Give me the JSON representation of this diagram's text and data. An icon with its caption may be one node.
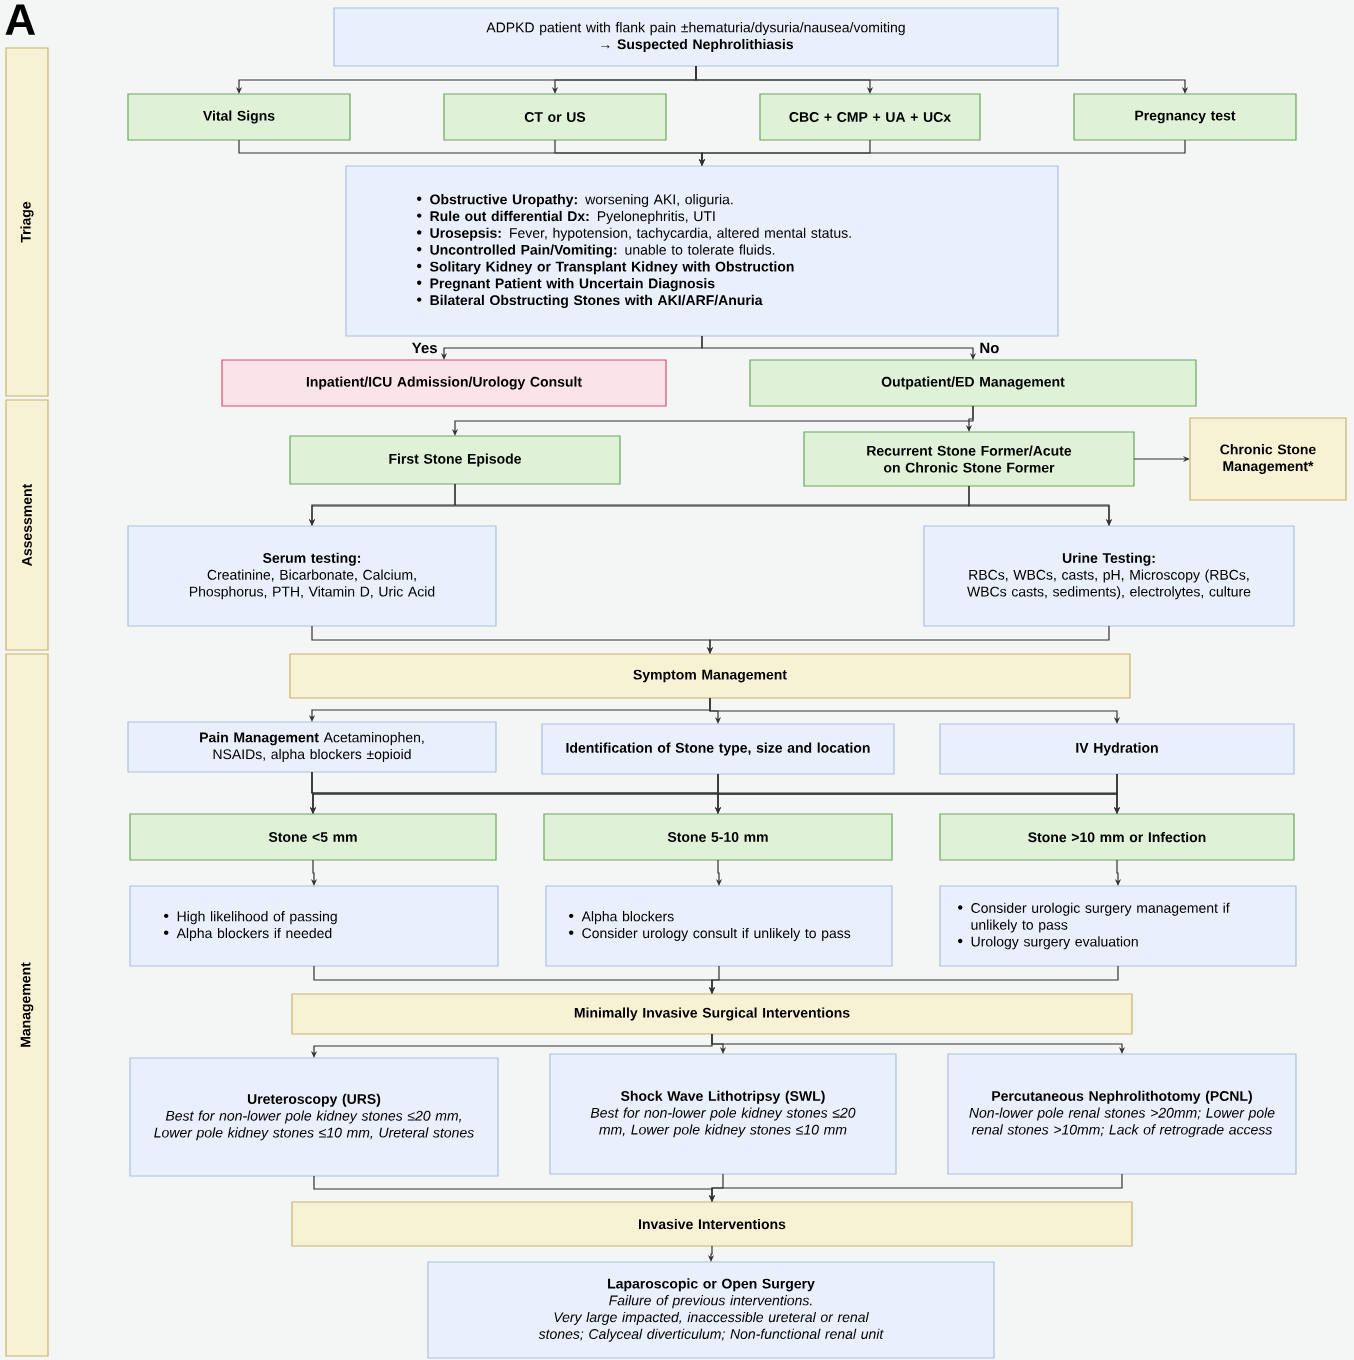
{
  "diagram": {
    "nodes": [
      {
        "text": [
          "Triage"
        ]
      },
      {
        "text": [
          "Assessment"
        ]
      },
      {
        "text": [
          "Management"
        ]
      },
      {
        "text": [
          "ADPKD patient with flank pain ±hematuria/dysuria/nausea/vomiting",
          "→ Suspected Nephrolithiasis"
        ]
      },
      {
        "text": [
          "Vital Signs"
        ]
      },
      {
        "text": [
          "CT or US"
        ]
      },
      {
        "text": [
          "CBC + CMP + UA + UCx"
        ]
      },
      {
        "text": [
          "Pregnancy test"
        ]
      },
      {
        "text": [
          "**Obstructive Uropathy:** worsening AKI, oliguria.",
          "**Rule out differential Dx:** Pyelonephritis, UTI",
          "**Urosepsis:** Fever, hypotension, tachycardia, altered mental status.",
          "**Uncontrolled Pain/Vomiting:** unable to tolerate fluids.",
          "Solitary Kidney or Transplant Kidney with Obstruction",
          "Pregnant Patient with Uncertain Diagnosis",
          "Bilateral Obstructing Stones with AKI/ARF/Anuria"
        ]
      },
      {
        "text": [
          "Inpatient/ICU Admission/Urology Consult"
        ]
      },
      {
        "text": [
          "Outpatient/ED Management"
        ]
      },
      {
        "text": [
          "First Stone Episode"
        ]
      },
      {
        "text": [
          "Recurrent Stone Former/Acute on Chronic Stone Former"
        ]
      },
      {
        "text": [
          "Chronic Stone Management*"
        ]
      },
      {
        "text": [
          "Serum testing:",
          "Creatinine, Bicarbonate, Calcium, Phosphorus, PTH, Vitamin D, Uric Acid"
        ]
      },
      {
        "text": [
          "Urine Testing:",
          "RBCs, WBCs, casts, pH, Microscopy (RBCs, WBCs casts, sediments), electrolytes, culture"
        ]
      },
      {
        "text": [
          "Symptom Management"
        ]
      },
      {
        "text": [
          "**Pain Management** Acetaminophen, NSAIDs, alpha blockers ±opioid"
        ]
      },
      {
        "text": [
          "Identification of Stone type, size and location"
        ]
      },
      {
        "text": [
          "IV Hydration"
        ]
      },
      {
        "text": [
          "Stone <5 mm"
        ]
      },
      {
        "text": [
          "Stone 5-10 mm"
        ]
      },
      {
        "text": [
          "Stone >10 mm or Infection"
        ]
      },
      {
        "text": [
          "High likelihood of passing",
          "Alpha blockers if needed"
        ]
      },
      {
        "text": [
          "Alpha blockers",
          "Consider urology consult if unlikely to pass"
        ]
      },
      {
        "text": [
          "Consider urologic surgery management if unlikely to pass",
          "Urology surgery evaluation"
        ]
      },
      {
        "text": [
          "Minimally Invasive Surgical Interventions"
        ]
      },
      {
        "text": [
          "Ureteroscopy (URS)",
          "Best for non-lower pole kidney stones ≤20 mm, Lower pole kidney stones ≤10 mm, Ureteral stones"
        ]
      },
      {
        "text": [
          "Shock Wave Lithotripsy (SWL)",
          "Best for non-lower pole kidney stones ≤20 mm, Lower pole kidney stones ≤10 mm"
        ]
      },
      {
        "text": [
          "Percutaneous Nephrolithotomy (PCNL)",
          "Non-lower pole renal stones >20mm; Lower pole renal stones >10mm; Lack of retrograde access"
        ]
      },
      {
        "text": [
          "Invasive Interventions"
        ]
      },
      {
        "text": [
          "Laparoscopic or Open Surgery",
          "Failure of previous interventions.",
          "Very large impacted, inaccessible ureteral or renal stones; Calyceal diverticulum; Non-functional renal unit"
        ]
      }
    ],
    "edges": [
      {
        "from": 3,
        "to": 4,
        "arrow": "to"
      },
      {
        "from": 3,
        "to": 5,
        "arrow": "to"
      },
      {
        "from": 3,
        "to": 6,
        "arrow": "to"
      },
      {
        "from": 3,
        "to": 7,
        "arrow": "to"
      },
      {
        "from": 4,
        "to": 8,
        "arrow": "to"
      },
      {
        "from": 5,
        "to": 8,
        "arrow": "to"
      },
      {
        "from": 6,
        "to": 8,
        "arrow": "to"
      },
      {
        "from": 7,
        "to": 8,
        "arrow": "to"
      },
      {
        "from": 8,
        "to": 9,
        "arrow": "to",
        "label": "Yes"
      },
      {
        "from": 8,
        "to": 10,
        "arrow": "to",
        "label": "No"
      },
      {
        "from": 10,
        "to": 11,
        "arrow": "to"
      },
      {
        "from": 10,
        "to": 12,
        "arrow": "to"
      },
      {
        "from": 12,
        "to": 13,
        "arrow": "to"
      },
      {
        "from": 11,
        "to": 14,
        "arrow": "to"
      },
      {
        "from": 11,
        "to": 15,
        "arrow": "to"
      },
      {
        "from": 12,
        "to": 14,
        "arrow": "to"
      },
      {
        "from": 12,
        "to": 15,
        "arrow": "to"
      },
      {
        "from": 14,
        "to": 16,
        "arrow": "to"
      },
      {
        "from": 15,
        "to": 16,
        "arrow": "to"
      },
      {
        "from": 16,
        "to": 17,
        "arrow": "to"
      },
      {
        "from": 16,
        "to": 18,
        "arrow": "to"
      },
      {
        "from": 16,
        "to": 19,
        "arrow": "to"
      },
      {
        "from": 17,
        "to": 20,
        "arrow": "to"
      },
      {
        "from": 17,
        "to": 21,
        "arrow": "to"
      },
      {
        "from": 17,
        "to": 22,
        "arrow": "to"
      },
      {
        "from": 18,
        "to": 20,
        "arrow": "to"
      },
      {
        "from": 18,
        "to": 21,
        "arrow": "to"
      },
      {
        "from": 18,
        "to": 22,
        "arrow": "to"
      },
      {
        "from": 19,
        "to": 20,
        "arrow": "to"
      },
      {
        "from": 19,
        "to": 21,
        "arrow": "to"
      },
      {
        "from": 19,
        "to": 22,
        "arrow": "to"
      },
      {
        "from": 20,
        "to": 23,
        "arrow": "to"
      },
      {
        "from": 21,
        "to": 24,
        "arrow": "to"
      },
      {
        "from": 22,
        "to": 25,
        "arrow": "to"
      },
      {
        "from": 23,
        "to": 26,
        "arrow": "to"
      },
      {
        "from": 24,
        "to": 26,
        "arrow": "to"
      },
      {
        "from": 25,
        "to": 26,
        "arrow": "to"
      },
      {
        "from": 26,
        "to": 27,
        "arrow": "to"
      },
      {
        "from": 26,
        "to": 28,
        "arrow": "to"
      },
      {
        "from": 26,
        "to": 29,
        "arrow": "to"
      },
      {
        "from": 27,
        "to": 30,
        "arrow": "to"
      },
      {
        "from": 28,
        "to": 30,
        "arrow": "to"
      },
      {
        "from": 29,
        "to": 30,
        "arrow": "to"
      },
      {
        "from": 30,
        "to": 31,
        "arrow": "to"
      }
    ],
    "labels": [
      "A"
    ]
  }
}
